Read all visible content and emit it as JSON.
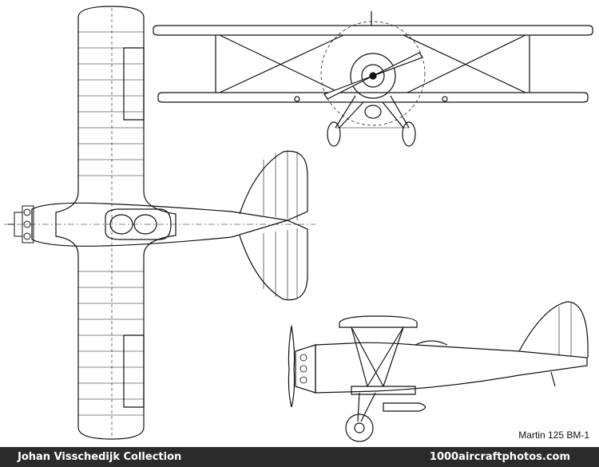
{
  "drawing": {
    "caption": "Martin 125 BM-1"
  },
  "footer": {
    "collection": "Johan Visschedijk Collection",
    "site": "1000aircraftphotos.com"
  },
  "colors": {
    "ink": "#111111",
    "footer_bg": "#2b2b2b",
    "footer_text": "#ffffff"
  }
}
